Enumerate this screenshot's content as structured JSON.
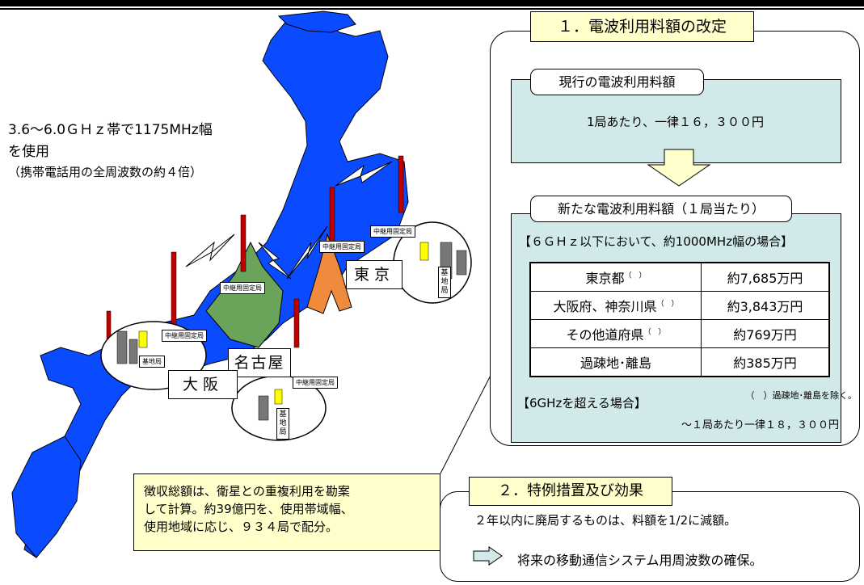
{
  "map": {
    "freq_line1": "3.6～6.0ＧＨｚ帯で1175MHz幅",
    "freq_line2": "を使用",
    "freq_note": "（携帯電話用の全周波数の約４倍）",
    "city_tokyo": "東京",
    "city_osaka": "大阪",
    "city_nagoya": "名古屋",
    "relay_label": "中継用固定局",
    "base_label": "基地局"
  },
  "section1": {
    "title": "１．電波利用料額の改定",
    "current_title": "現行の電波利用料額",
    "current_body": "1局あたり、一律１６，３００円",
    "new_title": "新たな電波利用料額（１局当たり）",
    "below6_label": "【６ＧＨｚ以下において、約1000MHz幅の場合】",
    "fee_rows": [
      {
        "region": "東京都",
        "mark": "（　）",
        "fee": "約7,685万円"
      },
      {
        "region": "大阪府、神奈川県",
        "mark": "（　）",
        "fee": "約3,843万円"
      },
      {
        "region": "その他道府県",
        "mark": "（　）",
        "fee": "約769万円"
      },
      {
        "region": "過疎地･離島",
        "mark": "",
        "fee": "約385万円"
      }
    ],
    "exclusion_note": "（　）過疎地･離島を除く。",
    "above6_label": "【6GHzを超える場合】",
    "above6_value": "～１局あたり一律１８，３００円"
  },
  "callout": {
    "line1": "徴収総額は、衛星との重複利用を勘案",
    "line2": "して計算。約39億円を、使用帯域幅、",
    "line3": "使用地域に応じ、９３４局で配分。"
  },
  "section2": {
    "title": "２．特例措置及び効果",
    "line1": "２年以内に廃局するものは、料額を1/2に減額。",
    "line2": "将来の移動通信システム用周波数の確保。"
  },
  "colors": {
    "map_blue": "#0b4bff",
    "box_teal": "#d2e9e9",
    "title_yellow": "#ffffcc"
  }
}
